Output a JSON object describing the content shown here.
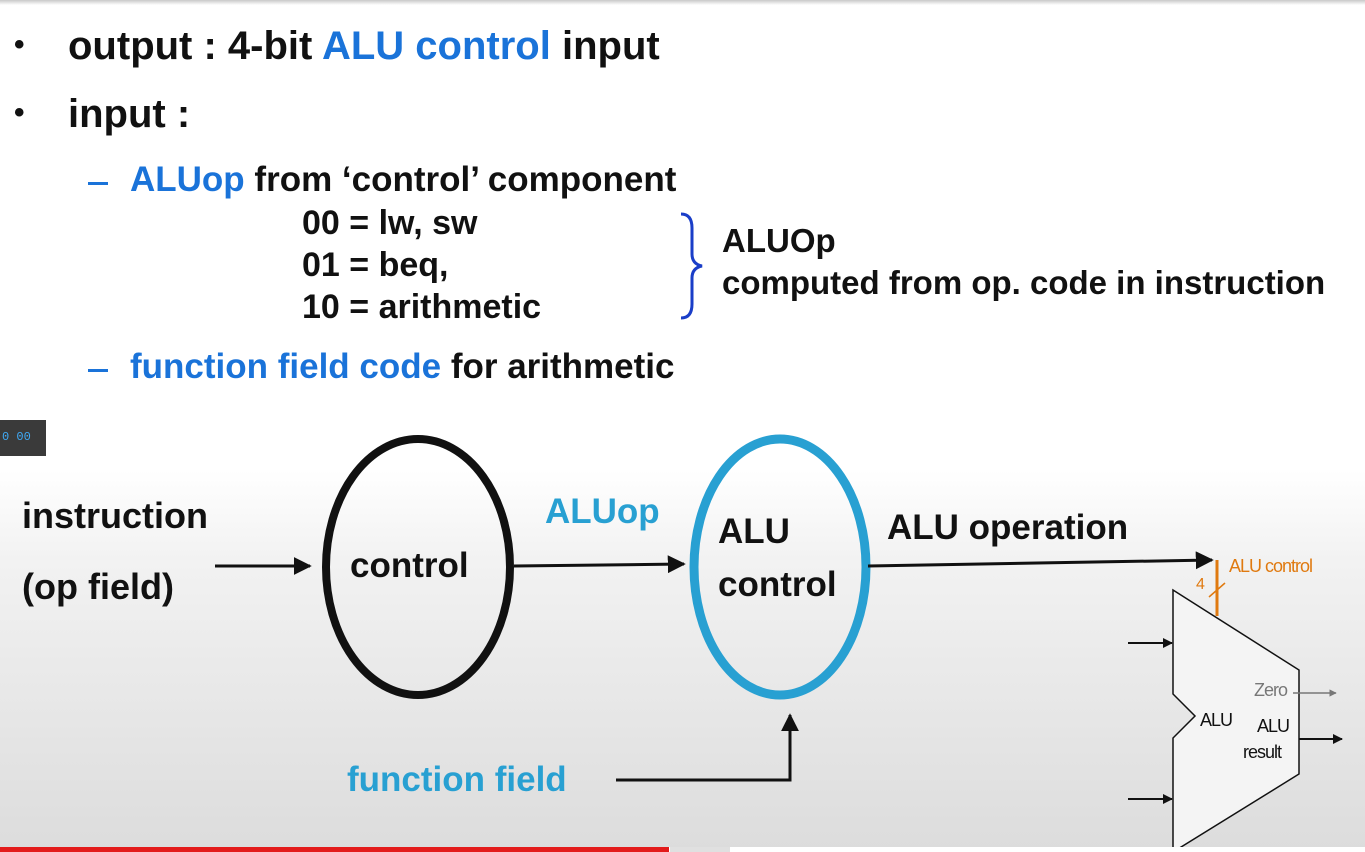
{
  "slide": {
    "bullets": [
      {
        "parts": [
          "output : 4-bit ",
          "ALU control",
          " input"
        ]
      },
      {
        "parts": [
          "input :"
        ]
      }
    ],
    "sub_items": [
      {
        "highlight": "ALUop",
        "rest": " from ‘control’ component"
      },
      {
        "highlight": "function field code",
        "rest": " for arithmetic"
      }
    ],
    "aluop_codes": [
      "00 = lw, sw",
      "01 = beq,",
      "10 = arithmetic"
    ],
    "brace_title": "ALUOp",
    "brace_note": "computed from op. code in instruction"
  },
  "diagram": {
    "input_label_1": "instruction",
    "input_label_2": "(op field)",
    "control_label": "control",
    "aluop_label": "ALUop",
    "alu_control_label_1": "ALU",
    "alu_control_label_2": "control",
    "alu_operation_label": "ALU operation",
    "function_field_label": "function field",
    "alu_block": {
      "control_label": "ALU control",
      "bus_width": "4",
      "zero_label": "Zero",
      "alu_label": "ALU",
      "result_label_1": "ALU",
      "result_label_2": "result"
    }
  },
  "video": {
    "badge_text": "0 00",
    "progress_fraction": 0.49
  },
  "colors": {
    "blue_text": "#1a73d9",
    "cyan": "#28a0d2",
    "ellipse_control": "#111111",
    "ellipse_alu_control": "#28a0d2",
    "orange": "#e07a10",
    "progress": "#e31b1b"
  }
}
